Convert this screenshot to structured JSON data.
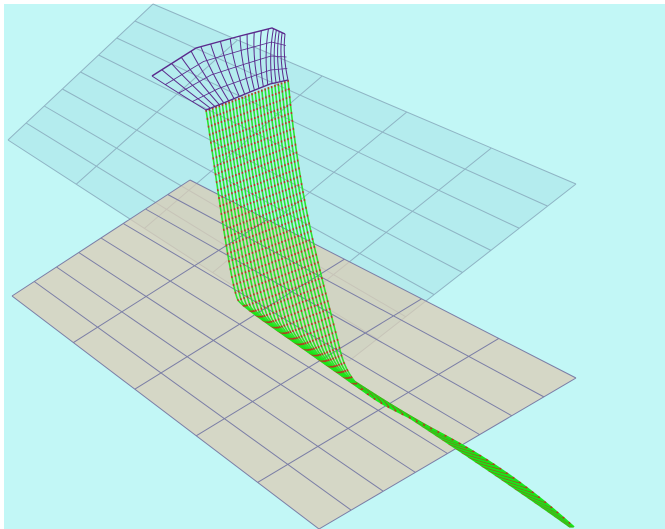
{
  "colors": {
    "background": "#c2f7f6",
    "frame": "#ffffff",
    "upper_plane_fill": "#a9e4e8",
    "upper_grid_line": "#8fb4c4",
    "lower_plane_fill": "#dccbb3",
    "lower_grid_line": "#7b7ea6",
    "wing_wireframe": "#5a2a8c",
    "line_green": "#19e619",
    "line_red": "#cc2020"
  },
  "planes": [
    {
      "name": "upper-reference-plane",
      "role": "sky plane",
      "grid_cells": [
        5,
        8
      ]
    },
    {
      "name": "ground-plane",
      "role": "ground",
      "grid_cells": [
        5,
        8
      ]
    }
  ],
  "wireframe": {
    "shape": "wing planform"
  },
  "filaments": {
    "type": "vortex filaments",
    "count": 26,
    "colors": [
      "green",
      "red"
    ]
  }
}
